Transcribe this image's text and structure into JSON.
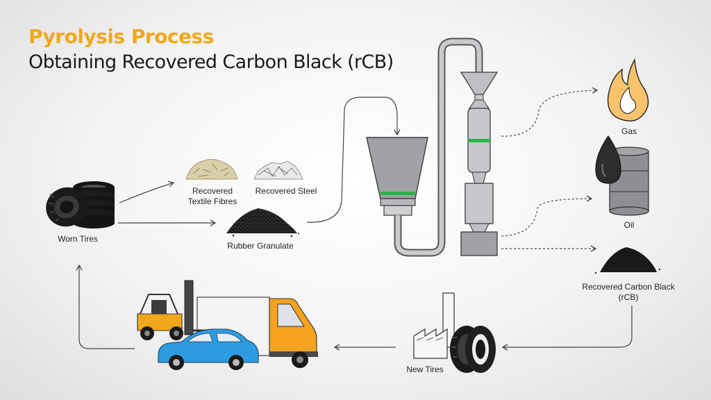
{
  "header": {
    "title": "Pyrolysis Process",
    "subtitle": "Obtaining Recovered Carbon Black (rCB)"
  },
  "labels": {
    "worn_tires": "Worn Tires",
    "textile_fibres": "Recovered\nTextile Fibres",
    "steel": "Recovered Steel",
    "rubber_granulate": "Rubber Granulate",
    "gas": "Gas",
    "oil": "Oil",
    "rcb": "Recovered Carbon Black\n(rCB)",
    "new_tires": "New Tires"
  },
  "colors": {
    "accent": "#f2a81d",
    "machine_gray": "#9d9ea2",
    "green_band": "#2bb34a",
    "car_blue": "#2d9be0",
    "truck_orange": "#f4a21f",
    "ink": "#1a1a1a"
  }
}
